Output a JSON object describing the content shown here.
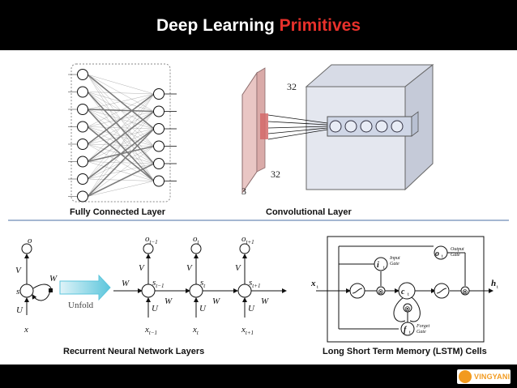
{
  "slide": {
    "title_main": "Deep Learning ",
    "title_accent": "Primitives",
    "accent_color": "#e8312b"
  },
  "panels": {
    "fully_connected": {
      "caption": "Fully Connected Layer"
    },
    "convolutional": {
      "caption": "Convolutional Layer",
      "dim_width": "32",
      "dim_height": "32",
      "dim_depth": "3"
    },
    "rnn": {
      "caption": "Recurrent Neural Network Layers",
      "unfold_label": "Unfold",
      "labels": {
        "o": "o",
        "V": "V",
        "W": "W",
        "s": "s",
        "U": "U",
        "x": "x"
      }
    },
    "lstm": {
      "caption": "Long Short Term Memory (LSTM) Cells",
      "input_gate": "Input\nGate",
      "output_gate": "Output\nGate",
      "forget_gate": "Forget\nGate"
    }
  },
  "footer": {
    "logo_text": "VINGYANI",
    "logo_color": "#f29a1f"
  }
}
